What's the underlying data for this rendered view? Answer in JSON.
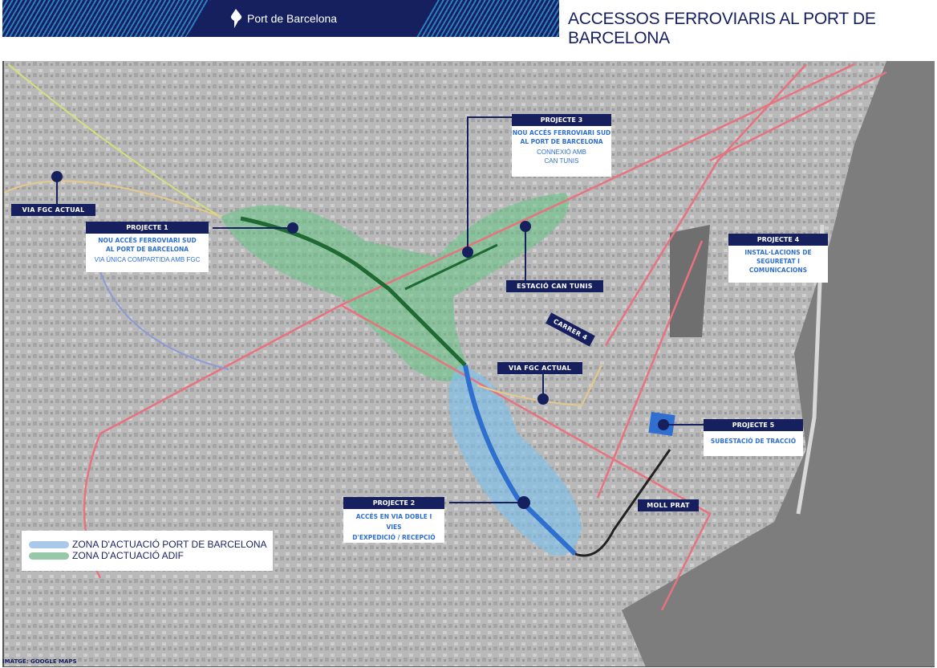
{
  "header": {
    "logo_text": "Port de Barcelona",
    "title": "ACCESSOS FERROVIARIS AL PORT DE BARCELONA"
  },
  "labels": {
    "via_fgc_actual_1": "VIA FGC ACTUAL",
    "via_fgc_actual_2": "VIA FGC ACTUAL",
    "estacio_can_tunis": "ESTACIÓ CAN TUNIS",
    "carrer_4": "CARRER 4",
    "moll_prat": "MOLL PRAT"
  },
  "projects": [
    {
      "title": "PROJECTE 1",
      "lines_bold": [
        "NOU ACCÉS FERROVIARI SUD",
        "AL PORT DE BARCELONA"
      ],
      "lines_normal": [
        "VIA ÚNICA COMPARTIDA AMB FGC"
      ]
    },
    {
      "title": "PROJECTE 2",
      "lines_bold": [
        "ACCÉS EN VIA DOBLE I",
        "VIES",
        "D'EXPEDICIÓ / RECEPCIÓ"
      ],
      "lines_normal": []
    },
    {
      "title": "PROJECTE 3",
      "lines_bold": [
        "NOU ACCÉS FERROVIARI SUD",
        "AL PORT DE BARCELONA"
      ],
      "lines_normal": [
        "CONNEXIÓ AMB",
        "CAN TUNIS"
      ]
    },
    {
      "title": "PROJECTE 4",
      "lines_bold": [
        "INSTAL·LACIONS DE",
        "SEGURETAT I COMUNICACIONS"
      ],
      "lines_normal": []
    },
    {
      "title": "PROJECTE 5",
      "lines_bold": [
        "SUBESTACIÓ DE TRACCIÓ"
      ],
      "lines_normal": []
    }
  ],
  "legend": [
    {
      "label": "ZONA D'ACTUACIÓ PORT DE BARCELONA",
      "color": "#a9c8ec"
    },
    {
      "label": "ZONA D'ACTUACIÓ ADIF",
      "color": "#98c8a8"
    }
  ],
  "credit": "IMATGE: GOOGLE MAPS",
  "colors": {
    "navy": "#17205f",
    "rail": "#e8727e",
    "adif_zone": "#6cc48a",
    "port_zone": "#7cc0ea",
    "project_blue": "#2f6fd0",
    "adif_line": "#1f6a32"
  }
}
